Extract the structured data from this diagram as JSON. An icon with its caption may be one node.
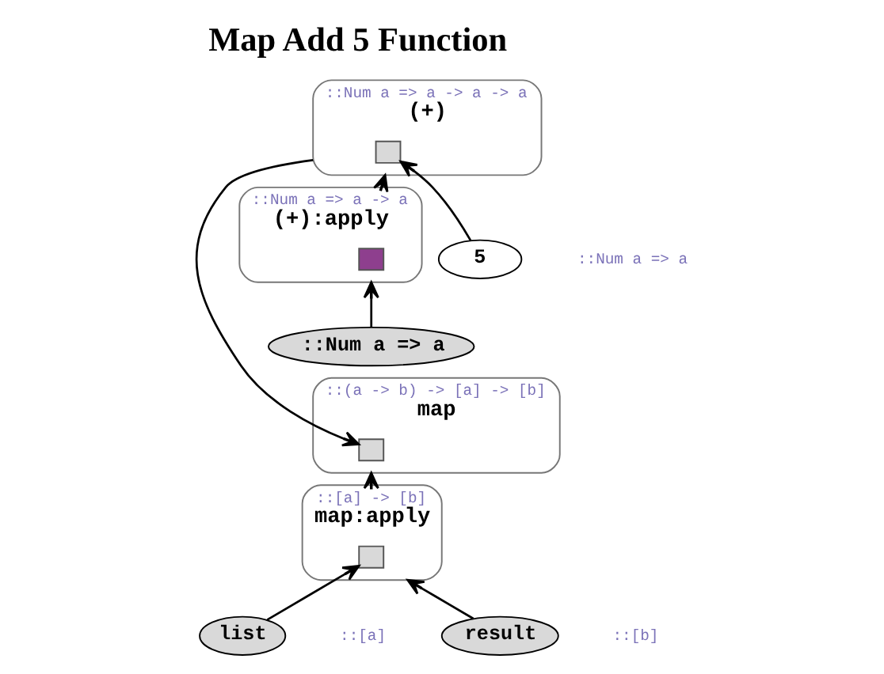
{
  "diagram": {
    "title": "Map Add 5 Function",
    "nodes": [
      {
        "text": [
          "(+)"
        ],
        "beside": [
          "::Num a => a -> a -> a"
        ]
      },
      {
        "text": [],
        "shape": "box",
        "in": 0
      },
      {
        "text": [
          "5"
        ],
        "beside": [
          "::Num a => a"
        ]
      },
      {
        "text": [
          "(+):apply"
        ],
        "beside": [
          "::Num a => a -> a"
        ]
      },
      {
        "text": [],
        "shape": "box",
        "in": 3
      },
      {
        "text": [
          "::Num a => a"
        ]
      },
      {
        "text": [
          "map"
        ],
        "beside": [
          "::(a -> b) -> [a] -> [b]"
        ]
      },
      {
        "text": [],
        "shape": "box",
        "in": 6
      },
      {
        "text": [
          "map:apply"
        ],
        "beside": [
          "::[a] -> [b]"
        ]
      },
      {
        "text": [],
        "shape": "box",
        "in": 8
      },
      {
        "text": [
          "list"
        ],
        "beside": [
          "::[a]"
        ]
      },
      {
        "text": [
          "result"
        ],
        "beside": [
          "::[b]"
        ]
      }
    ],
    "edges": [
      {
        "from": 2,
        "to": 1,
        "arrow": "to"
      },
      {
        "from": 0,
        "to": 7,
        "arrow": "to"
      },
      {
        "from": 3,
        "to": 0,
        "arrow": "to"
      },
      {
        "from": 5,
        "to": 3,
        "arrow": "to"
      },
      {
        "from": 8,
        "to": 6,
        "arrow": "to"
      },
      {
        "from": 10,
        "to": 9,
        "arrow": "to"
      },
      {
        "from": 11,
        "to": 8,
        "arrow": "to"
      }
    ]
  }
}
